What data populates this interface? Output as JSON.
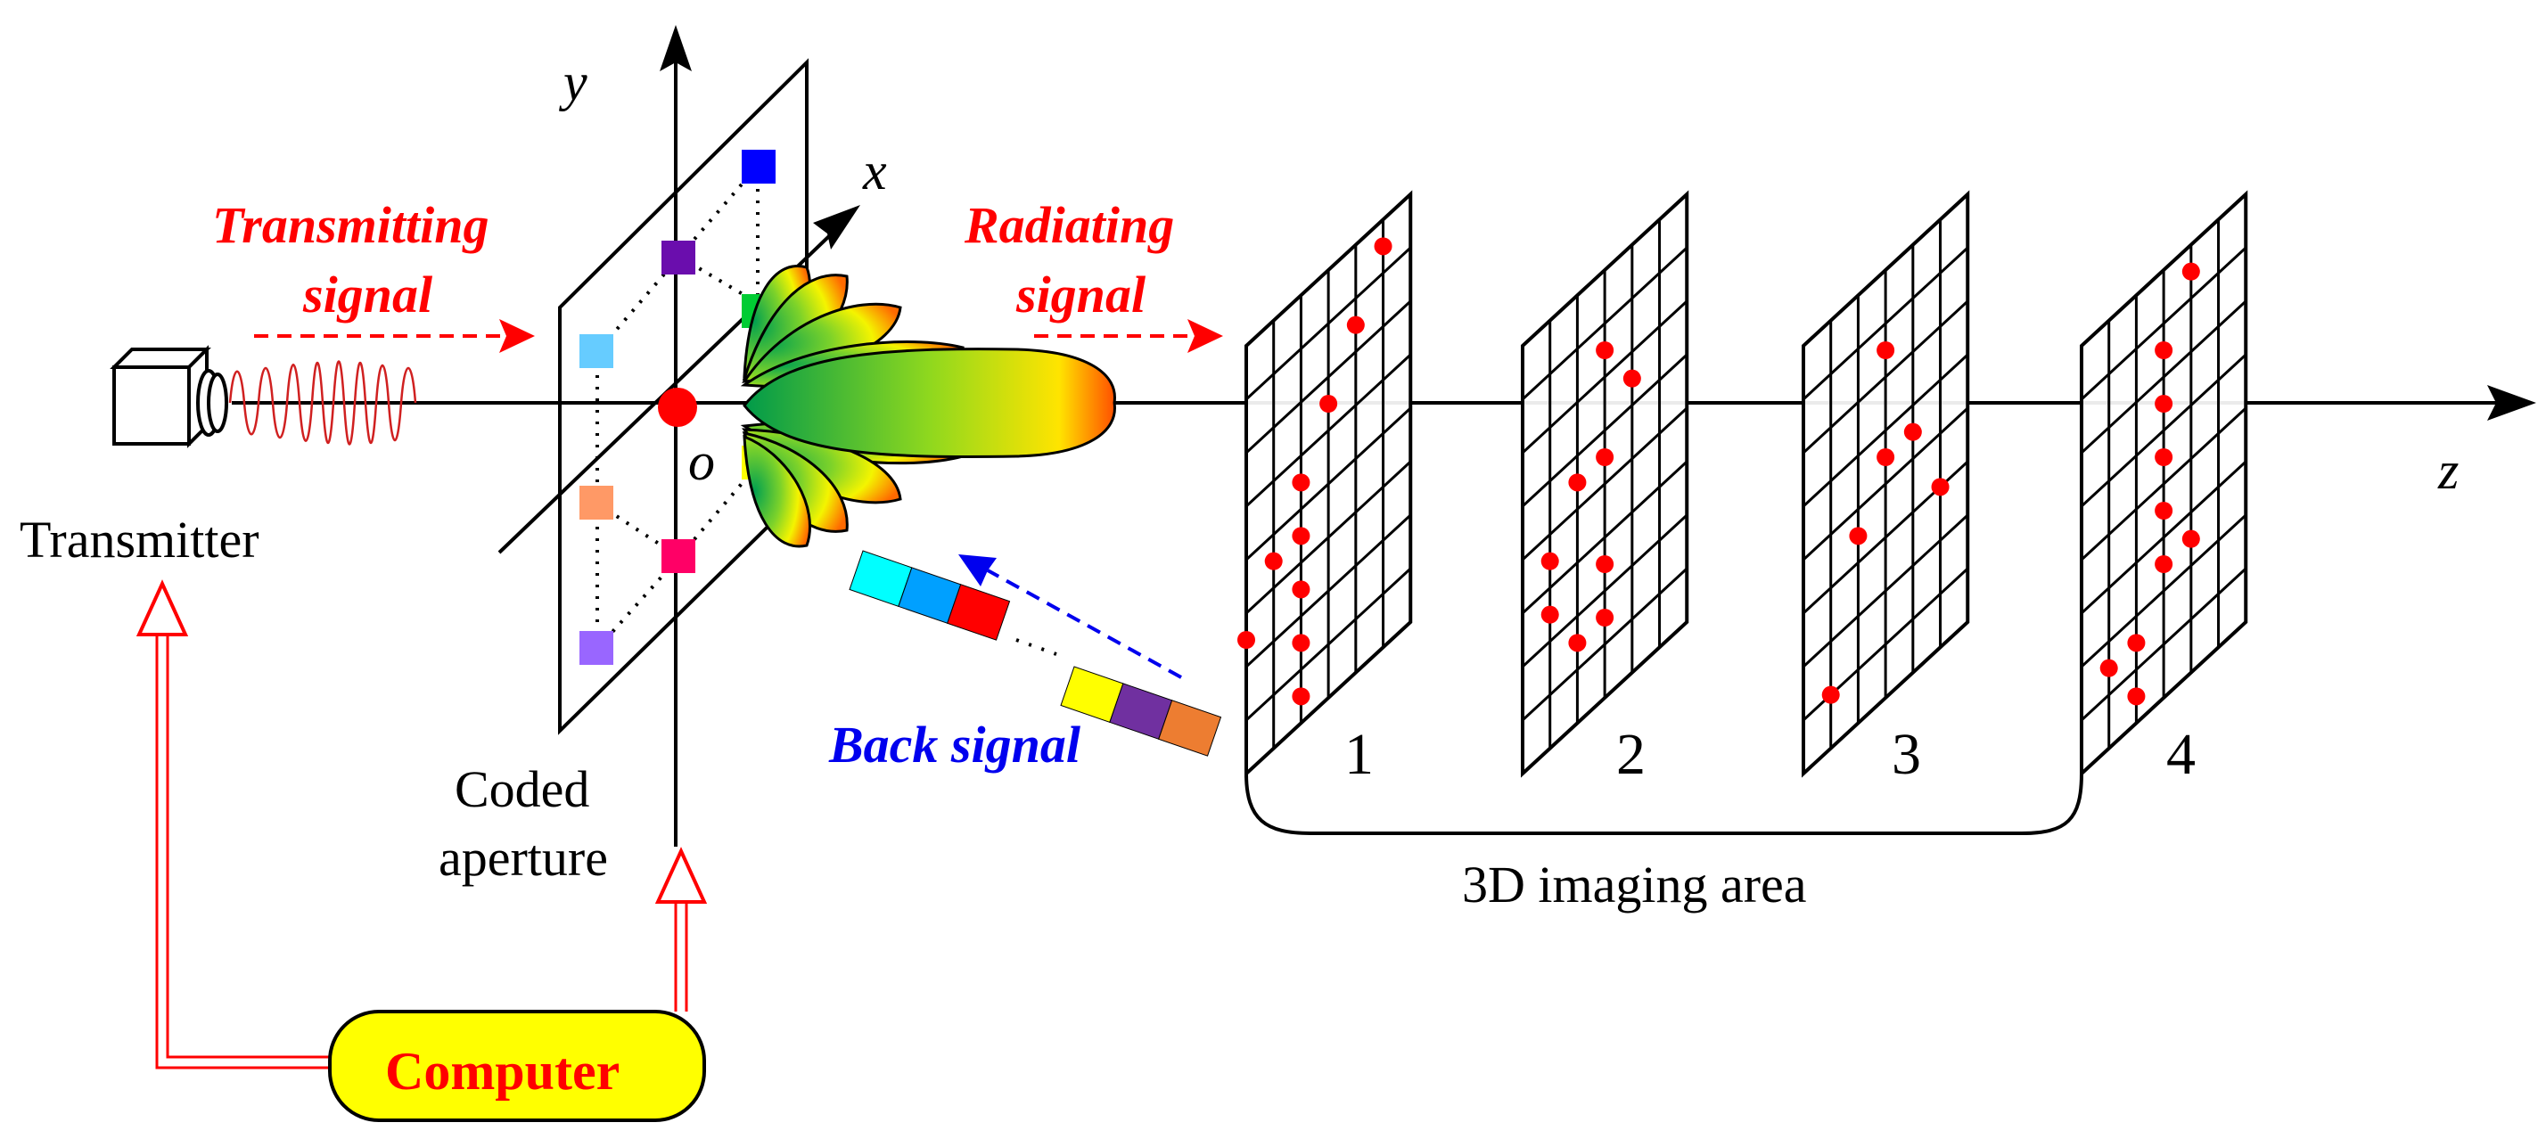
{
  "labels": {
    "transmitter": "Transmitter",
    "coded_aperture_line1": "Coded",
    "coded_aperture_line2": "aperture",
    "transmitting_line1": "Transmitting",
    "transmitting_line2": "signal",
    "radiating_line1": "Radiating",
    "radiating_line2": "signal",
    "back_signal": "Back signal",
    "computer": "Computer",
    "imaging_area": "3D imaging area"
  },
  "axes": {
    "x": "x",
    "y": "y",
    "z": "z",
    "origin": "o"
  },
  "planes": [
    "1",
    "2",
    "3",
    "4"
  ],
  "colors": {
    "signal_red": "#ff0000",
    "back_blue": "#0000ee",
    "computer_fill": "#ffff00",
    "target_red": "#ff0000"
  },
  "coded_cells": [
    "#0000ff",
    "#6a0dad",
    "#00cc33",
    "#66ccff",
    "#ff9966",
    "#ff0066",
    "#9966ff",
    "#ffff00"
  ],
  "back_strip_colors": [
    "#00ffff",
    "#00a0ff",
    "#ff0000",
    "#ffff00",
    "#7030a0",
    "#ed7d31"
  ]
}
